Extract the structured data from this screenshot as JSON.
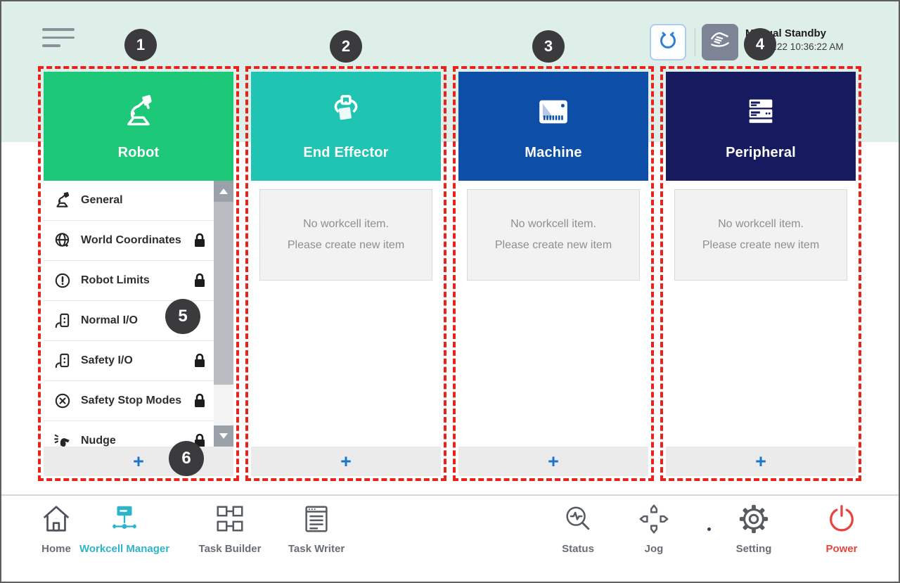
{
  "header": {
    "status_title": "Manual Standby",
    "status_time": "2022.2.22 10:36:22 AM"
  },
  "callouts": {
    "c1": "1",
    "c2": "2",
    "c3": "3",
    "c4": "4",
    "c5": "5",
    "c6": "6"
  },
  "columns": {
    "robot": {
      "title": "Robot",
      "items": [
        {
          "label": "General",
          "locked": false
        },
        {
          "label": "World Coordinates",
          "locked": true
        },
        {
          "label": "Robot Limits",
          "locked": true
        },
        {
          "label": "Normal I/O",
          "locked": false
        },
        {
          "label": "Safety I/O",
          "locked": true
        },
        {
          "label": "Safety Stop Modes",
          "locked": true
        },
        {
          "label": "Nudge",
          "locked": true
        }
      ],
      "add_label": "+"
    },
    "end_effector": {
      "title": "End Effector",
      "empty_line1": "No workcell item.",
      "empty_line2": "Please create new item",
      "add_label": "+"
    },
    "machine": {
      "title": "Machine",
      "empty_line1": "No workcell item.",
      "empty_line2": "Please create new item",
      "add_label": "+"
    },
    "peripheral": {
      "title": "Peripheral",
      "empty_line1": "No workcell item.",
      "empty_line2": "Please create new item",
      "add_label": "+"
    }
  },
  "nav": {
    "home": "Home",
    "workcell_manager": "Workcell Manager",
    "task_builder": "Task Builder",
    "task_writer": "Task Writer",
    "status": "Status",
    "jog": "Jog",
    "setting": "Setting",
    "power": "Power"
  },
  "icons": {
    "menu": "hamburger-icon",
    "robot_mode": "gripper-claw-icon",
    "manual_mode": "hand-icon",
    "robot": "robot-arm-icon",
    "end_effector": "gripper-tool-icon",
    "machine": "cnc-machine-icon",
    "peripheral": "server-stack-icon",
    "general": "robot-arm-icon",
    "world_coordinates": "globe-axes-icon",
    "robot_limits": "circle-exclamation-icon",
    "io": "io-port-icon",
    "safety_stop": "circle-x-icon",
    "nudge": "hand-tap-icon",
    "lock": "padlock-icon",
    "scroll_up": "scroll-up-arrow-icon",
    "scroll_down": "scroll-down-arrow-icon",
    "add": "plus-icon",
    "home": "house-icon",
    "workcell_manager": "network-node-icon",
    "task_builder": "blocks-icon",
    "task_writer": "document-icon",
    "status": "pulse-magnifier-icon",
    "jog": "dpad-icon",
    "setting": "gear-icon",
    "power": "power-icon"
  },
  "colors": {
    "robot_header": "#1dc878",
    "end_effector_header": "#1fc4b2",
    "machine_header": "#0d4ea6",
    "peripheral_header": "#161b60",
    "callout_border": "#e8231c",
    "callout_badge": "#3b3b3e",
    "add_plus": "#1b76cc",
    "nav_active": "#2cb5c8",
    "power_red": "#e8433c",
    "mint_header_bg": "#deeee8"
  }
}
